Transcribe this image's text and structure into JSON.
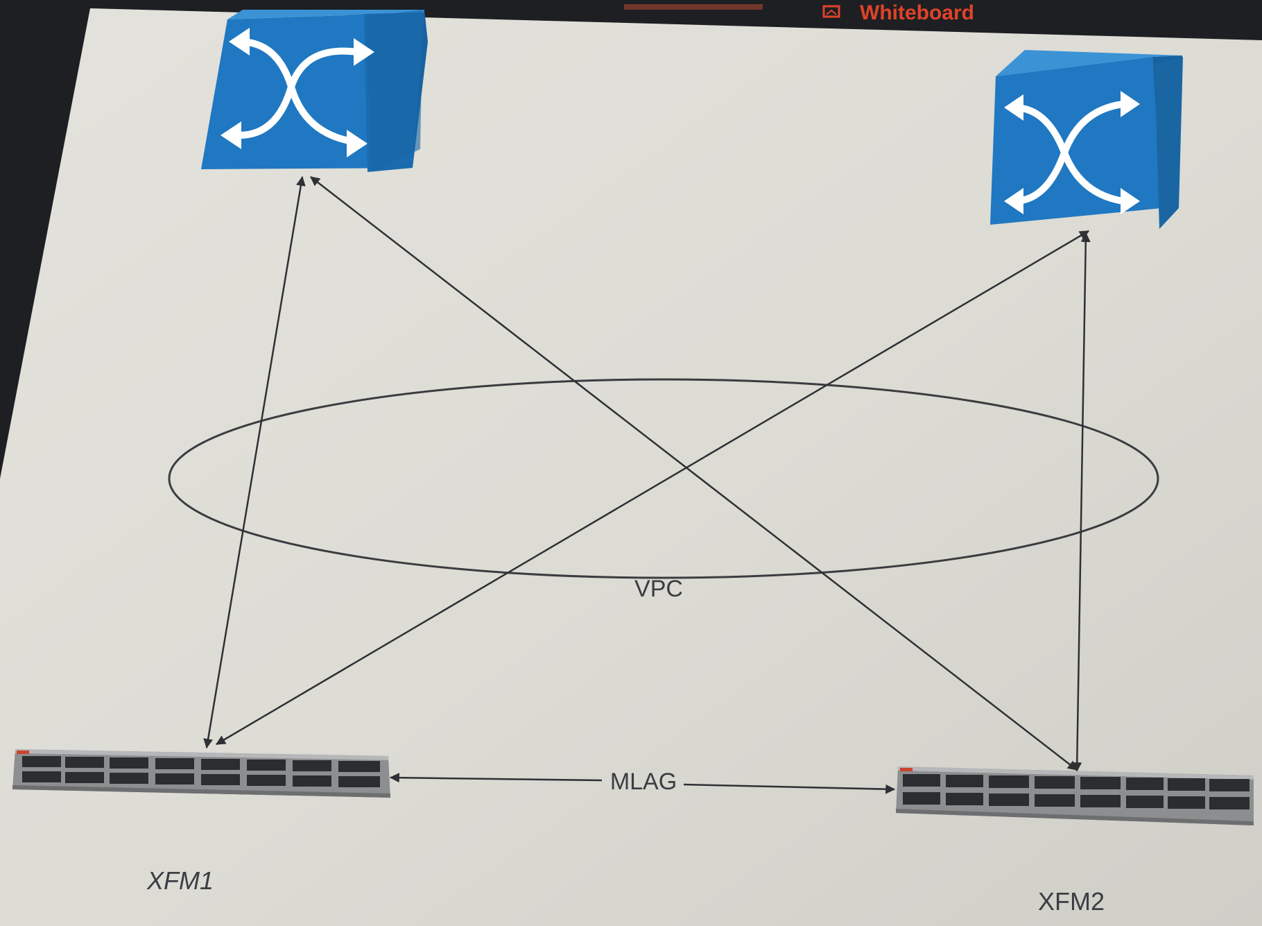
{
  "toolbar": {
    "whiteboard_label": "Whiteboard",
    "whiteboard_icon": "whiteboard-icon",
    "accent_color": "#e0432a"
  },
  "diagram": {
    "nodes": {
      "switch_left": {
        "icon": "network-switch-icon",
        "color": "#1f78c1"
      },
      "switch_right": {
        "icon": "network-switch-icon",
        "color": "#1f78c1"
      },
      "xfm1": {
        "label": "XFM1",
        "icon": "rack-switch-icon"
      },
      "xfm2": {
        "label": "XFM2",
        "icon": "rack-switch-icon"
      }
    },
    "group_label": "VPC",
    "link_label": "MLAG",
    "edges": [
      {
        "from": "switch_left",
        "to": "xfm1",
        "bidirectional": true
      },
      {
        "from": "switch_left",
        "to": "xfm2",
        "bidirectional": true
      },
      {
        "from": "switch_right",
        "to": "xfm1",
        "bidirectional": true
      },
      {
        "from": "switch_right",
        "to": "xfm2",
        "bidirectional": true
      },
      {
        "from": "xfm1",
        "to": "xfm2",
        "bidirectional": true,
        "label": "MLAG"
      }
    ]
  }
}
